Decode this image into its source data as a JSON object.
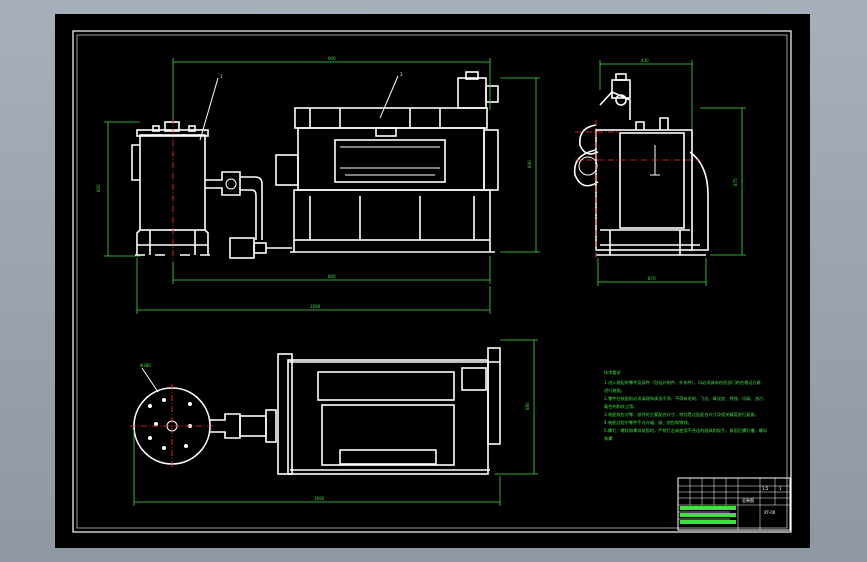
{
  "drawing": {
    "background": "#000000",
    "line_color": "#ffffff",
    "dimension_color": "#3fe03f",
    "centerline_color": "#ff3030"
  },
  "front_view": {
    "leaders": [
      "1",
      "3"
    ],
    "dimensions": {
      "top_overall": "900",
      "height_left": "820",
      "height_right": "840",
      "base_span": "800",
      "overall_length": "1690"
    }
  },
  "side_view": {
    "dimensions": {
      "top_width": "430",
      "height": "875",
      "base_width": "870"
    }
  },
  "plan_view": {
    "dimensions": {
      "diameter": "Φ380",
      "depth": "680",
      "overall_length": "1690"
    }
  },
  "technical_notes": {
    "heading": "技术要求",
    "lines": [
      "1.进入装配的零件及部件（包括外购件、外协件），均必须具有检验部门的合格证方能",
      "进行装配。",
      "2.零件在装配前必须清理和清洗干净，不得有毛刺、飞边、氧化皮、锈蚀、切屑、油污、",
      "着色剂和灰尘等。",
      "3.装配前应对零、部件的主要配合尺寸，特别是过盈配合尺寸及相关精度进行复查。",
      "4.装配过程中零件不允许磕、碰、划伤和锈蚀。",
      "5.螺钉、螺栓和螺母紧固时，严禁打击或使用不合适的旋具和扳手。紧固后螺钉槽、螺母",
      "和螺"
    ]
  },
  "title_block": {
    "drawing_title": "总装图",
    "drawing_number": "XT-00",
    "scale": "1:5",
    "sheet": "1"
  }
}
